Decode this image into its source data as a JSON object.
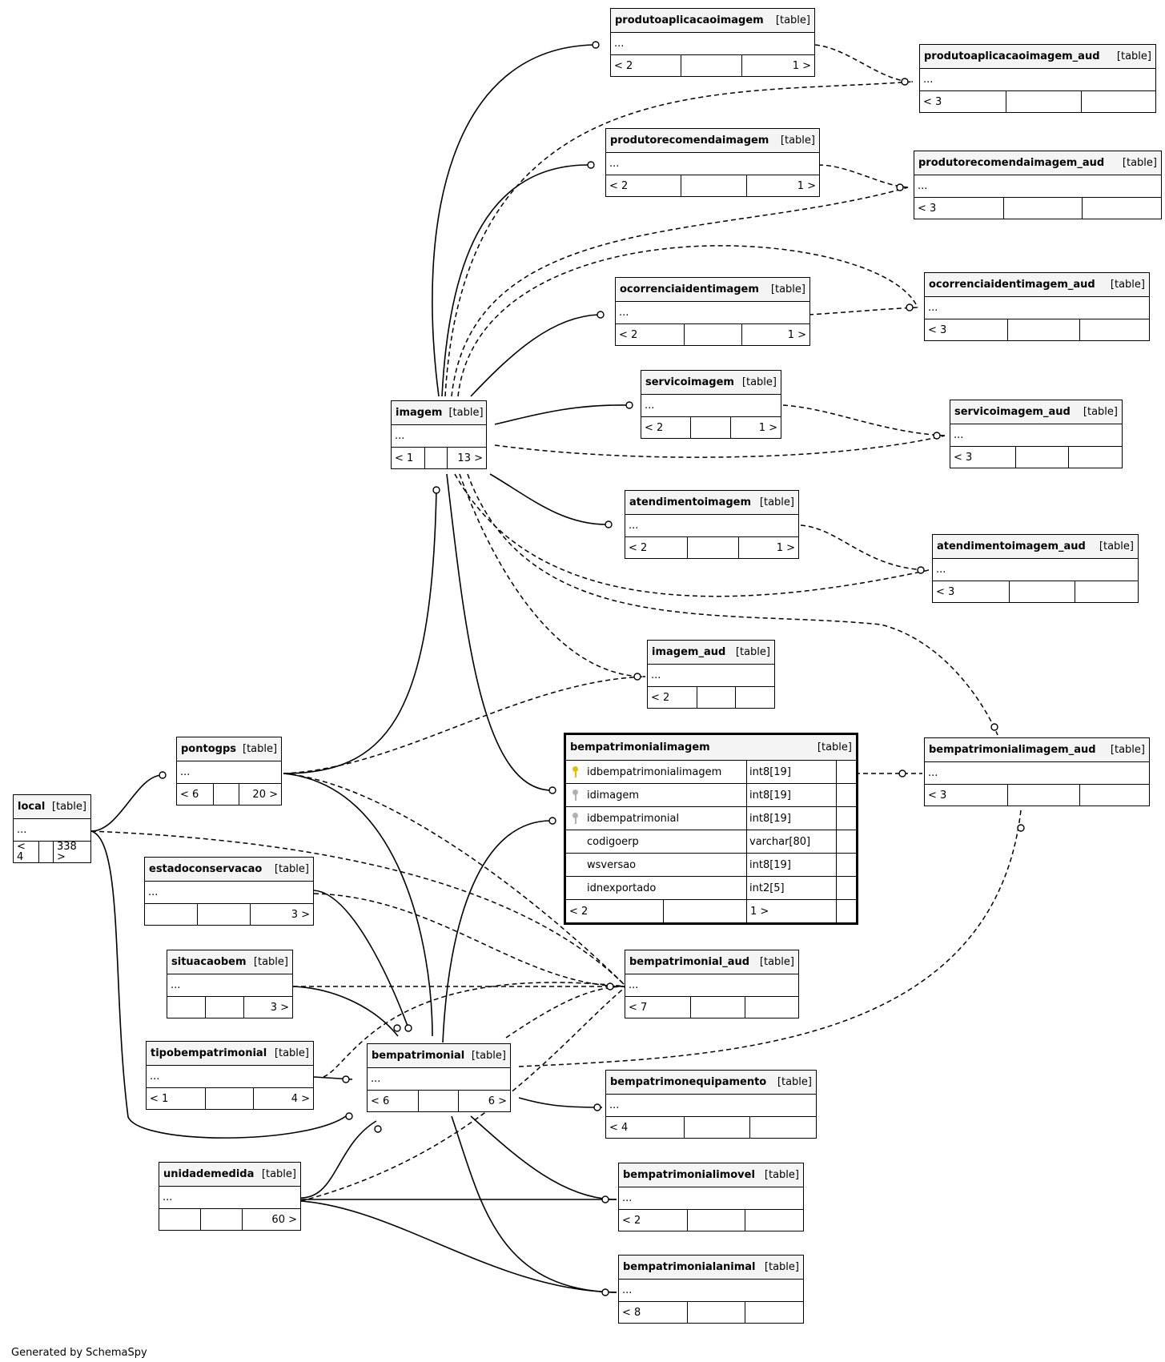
{
  "tables": {
    "produtoaplicacaoimagem": {
      "name": "produtoaplicacaoimagem",
      "type": "[table]",
      "columns": "...",
      "footer": [
        "< 2",
        "",
        "1 >"
      ]
    },
    "produtoaplicacaoimagem_aud": {
      "name": "produtoaplicacaoimagem_aud",
      "type": "[table]",
      "columns": "...",
      "footer": [
        "< 3",
        "",
        ""
      ]
    },
    "produtorecomendaimagem": {
      "name": "produtorecomendaimagem",
      "type": "[table]",
      "columns": "...",
      "footer": [
        "< 2",
        "",
        "1 >"
      ]
    },
    "produtorecomendaimagem_aud": {
      "name": "produtorecomendaimagem_aud",
      "type": "[table]",
      "columns": "...",
      "footer": [
        "< 3",
        "",
        ""
      ]
    },
    "ocorrenciaidentimagem": {
      "name": "ocorrenciaidentimagem",
      "type": "[table]",
      "columns": "...",
      "footer": [
        "< 2",
        "",
        "1 >"
      ]
    },
    "ocorrenciaidentimagem_aud": {
      "name": "ocorrenciaidentimagem_aud",
      "type": "[table]",
      "columns": "...",
      "footer": [
        "< 3",
        "",
        ""
      ]
    },
    "servicoimagem": {
      "name": "servicoimagem",
      "type": "[table]",
      "columns": "...",
      "footer": [
        "< 2",
        "",
        "1 >"
      ]
    },
    "servicoimagem_aud": {
      "name": "servicoimagem_aud",
      "type": "[table]",
      "columns": "...",
      "footer": [
        "< 3",
        "",
        ""
      ]
    },
    "imagem": {
      "name": "imagem",
      "type": "[table]",
      "columns": "...",
      "footer": [
        "< 1",
        "",
        "13 >"
      ]
    },
    "atendimentoimagem": {
      "name": "atendimentoimagem",
      "type": "[table]",
      "columns": "...",
      "footer": [
        "< 2",
        "",
        "1 >"
      ]
    },
    "atendimentoimagem_aud": {
      "name": "atendimentoimagem_aud",
      "type": "[table]",
      "columns": "...",
      "footer": [
        "< 3",
        "",
        ""
      ]
    },
    "imagem_aud": {
      "name": "imagem_aud",
      "type": "[table]",
      "columns": "...",
      "footer": [
        "< 2",
        "",
        ""
      ]
    },
    "pontogps": {
      "name": "pontogps",
      "type": "[table]",
      "columns": "...",
      "footer": [
        "< 6",
        "",
        "20 >"
      ]
    },
    "local": {
      "name": "local",
      "type": "[table]",
      "columns": "...",
      "footer": [
        "< 4",
        "",
        "338 >"
      ]
    },
    "bempatrimonialimagem_aud": {
      "name": "bempatrimonialimagem_aud",
      "type": "[table]",
      "columns": "...",
      "footer": [
        "< 3",
        "",
        ""
      ]
    },
    "estadoconservacao": {
      "name": "estadoconservacao",
      "type": "[table]",
      "columns": "...",
      "footer": [
        "",
        "",
        "3 >"
      ]
    },
    "situacaobem": {
      "name": "situacaobem",
      "type": "[table]",
      "columns": "...",
      "footer": [
        "",
        "",
        "3 >"
      ]
    },
    "bempatrimonial_aud": {
      "name": "bempatrimonial_aud",
      "type": "[table]",
      "columns": "...",
      "footer": [
        "< 7",
        "",
        ""
      ]
    },
    "tipobempatrimonial": {
      "name": "tipobempatrimonial",
      "type": "[table]",
      "columns": "...",
      "footer": [
        "< 1",
        "",
        "4 >"
      ]
    },
    "bempatrimonial": {
      "name": "bempatrimonial",
      "type": "[table]",
      "columns": "...",
      "footer": [
        "< 6",
        "",
        "6 >"
      ]
    },
    "bempatrimonequipamento": {
      "name": "bempatrimonequipamento",
      "type": "[table]",
      "columns": "...",
      "footer": [
        "< 4",
        "",
        ""
      ]
    },
    "unidademedida": {
      "name": "unidademedida",
      "type": "[table]",
      "columns": "...",
      "footer": [
        "",
        "",
        "60 >"
      ]
    },
    "bempatrimonialimovel": {
      "name": "bempatrimonialimovel",
      "type": "[table]",
      "columns": "...",
      "footer": [
        "< 2",
        "",
        ""
      ]
    },
    "bempatrimonialanimal": {
      "name": "bempatrimonialanimal",
      "type": "[table]",
      "columns": "...",
      "footer": [
        "< 8",
        "",
        ""
      ]
    }
  },
  "focus": {
    "name": "bempatrimonialimagem",
    "type": "[table]",
    "fields": [
      {
        "name": "idbempatrimonialimagem",
        "type": "int8[19]",
        "key": "pk"
      },
      {
        "name": "idimagem",
        "type": "int8[19]",
        "key": "fk"
      },
      {
        "name": "idbempatrimonial",
        "type": "int8[19]",
        "key": "fk"
      },
      {
        "name": "codigoerp",
        "type": "varchar[80]",
        "key": ""
      },
      {
        "name": "wsversao",
        "type": "int8[19]",
        "key": ""
      },
      {
        "name": "idnexportado",
        "type": "int2[5]",
        "key": ""
      }
    ],
    "footer": [
      "< 2",
      "",
      "1 >"
    ]
  },
  "footer_note": "Generated by SchemaSpy"
}
